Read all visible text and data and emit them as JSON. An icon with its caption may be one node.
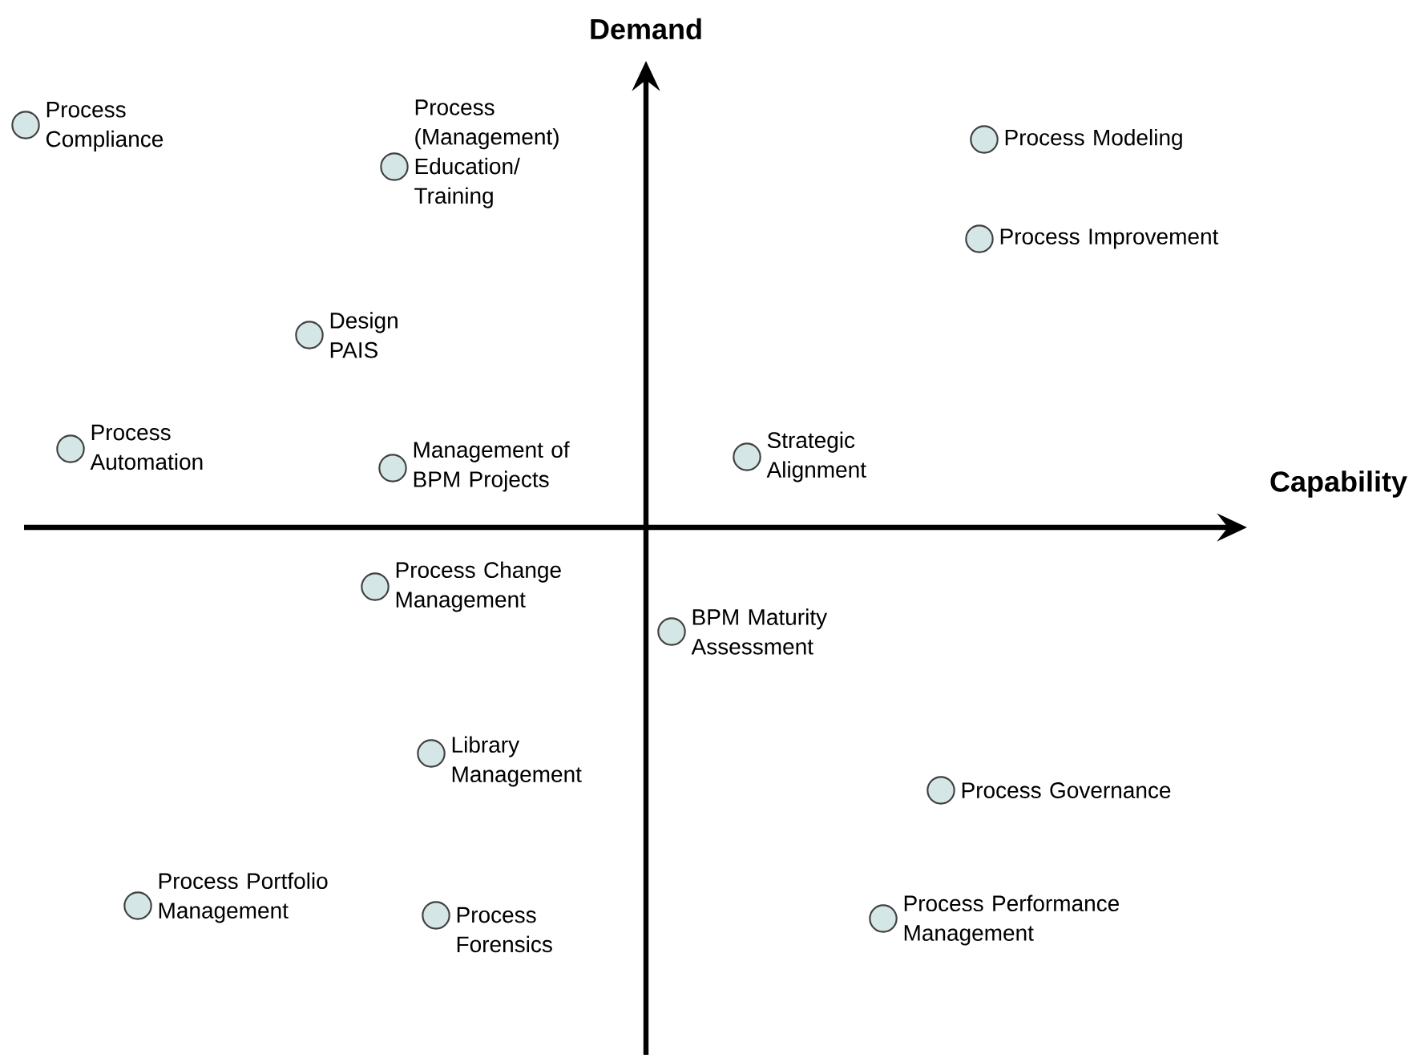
{
  "diagram": {
    "nodes": [
      {
        "text": [],
        "shape": "circle",
        "beside": [
          "Process Compliance"
        ]
      },
      {
        "text": [],
        "shape": "circle",
        "beside": [
          "Process (Management) Education/ Training"
        ]
      },
      {
        "text": [],
        "shape": "circle",
        "beside": [
          "Process Modeling"
        ]
      },
      {
        "text": [],
        "shape": "circle",
        "beside": [
          "Process Improvement"
        ]
      },
      {
        "text": [],
        "shape": "circle",
        "beside": [
          "Design PAIS"
        ]
      },
      {
        "text": [],
        "shape": "circle",
        "beside": [
          "Process Automation"
        ]
      },
      {
        "text": [],
        "shape": "circle",
        "beside": [
          "Management of BPM Projects"
        ]
      },
      {
        "text": [],
        "shape": "circle",
        "beside": [
          "Strategic Alignment"
        ]
      },
      {
        "text": [],
        "shape": "circle",
        "beside": [
          "Process Change Management"
        ]
      },
      {
        "text": [],
        "shape": "circle",
        "beside": [
          "BPM Maturity Assessment"
        ]
      },
      {
        "text": [],
        "shape": "circle",
        "beside": [
          "Library Management"
        ]
      },
      {
        "text": [],
        "shape": "circle",
        "beside": [
          "Process Governance"
        ]
      },
      {
        "text": [],
        "shape": "circle",
        "beside": [
          "Process Portfolio Management"
        ]
      },
      {
        "text": [],
        "shape": "circle",
        "beside": [
          "Process Forensics"
        ]
      },
      {
        "text": [],
        "shape": "circle",
        "beside": [
          "Process Performance Management"
        ]
      }
    ],
    "labels": [
      "Demand",
      "Capability"
    ]
  }
}
